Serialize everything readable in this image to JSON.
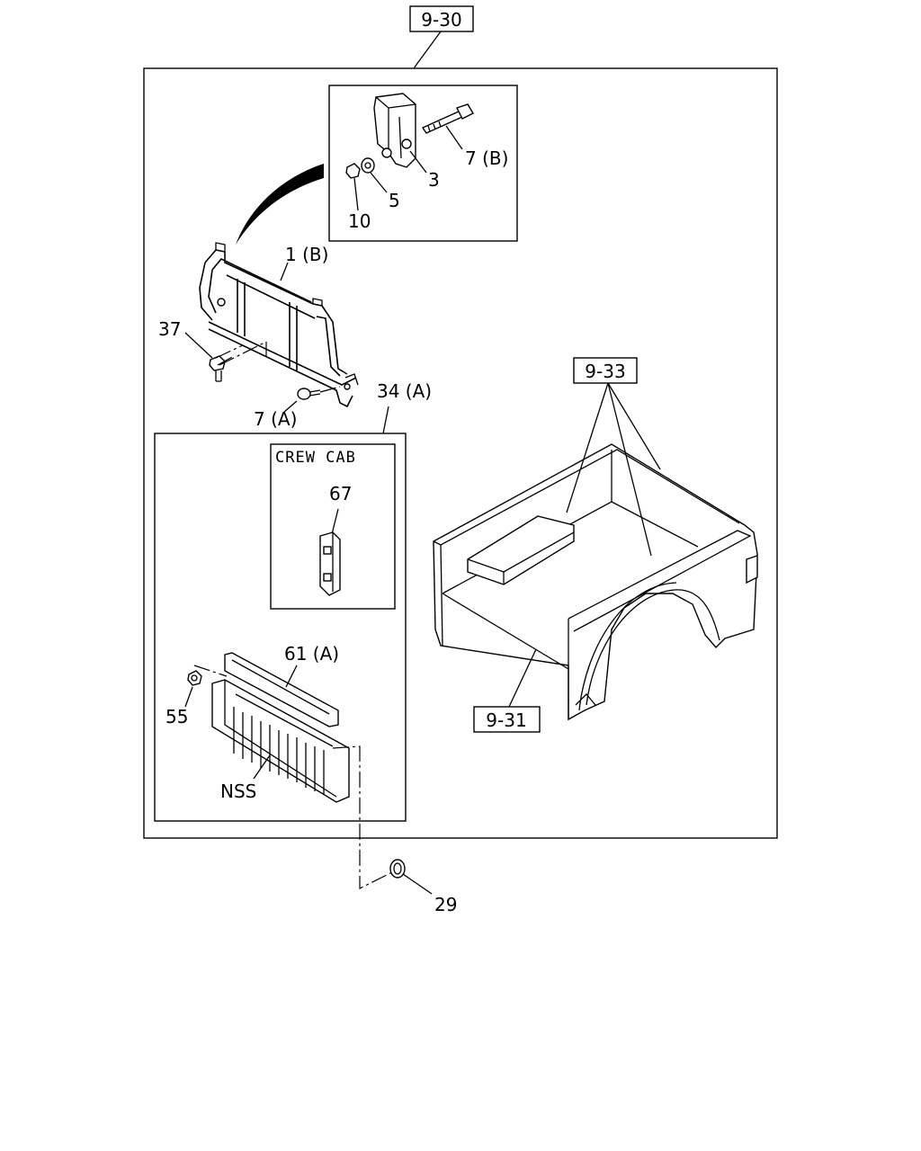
{
  "ref_boxes": {
    "main": "9-30",
    "bed_top": "9-33",
    "bed_bottom": "9-31"
  },
  "labels": {
    "p1b": "1 (B)",
    "p3": "3",
    "p5": "5",
    "p7b": "7 (B)",
    "p10": "10",
    "p37": "37",
    "p7a": "7 (A)",
    "p34a": "34 (A)",
    "p67": "67",
    "p61a": "61 (A)",
    "p55": "55",
    "nss": "NSS",
    "p29": "29"
  },
  "crew_cab_box": {
    "title": "CREW CAB"
  }
}
